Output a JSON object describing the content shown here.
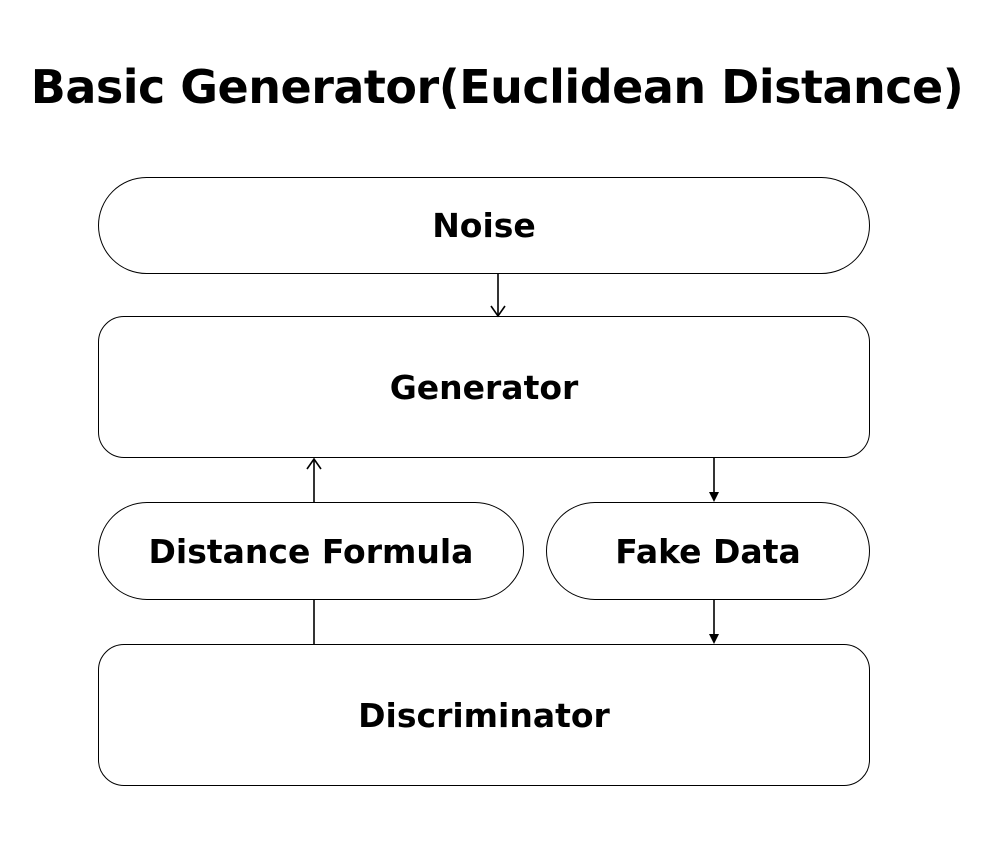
{
  "title": "Basic Generator(Euclidean Distance)",
  "nodes": {
    "noise": "Noise",
    "generator": "Generator",
    "distance_formula": "Distance Formula",
    "fake_data": "Fake Data",
    "discriminator": "Discriminator"
  },
  "edges": [
    {
      "from": "noise",
      "to": "generator"
    },
    {
      "from": "generator",
      "to": "fake_data"
    },
    {
      "from": "fake_data",
      "to": "discriminator"
    },
    {
      "from": "discriminator",
      "to": "distance_formula"
    },
    {
      "from": "distance_formula",
      "to": "generator"
    }
  ],
  "colors": {
    "line": "#000000",
    "background": "#ffffff"
  }
}
